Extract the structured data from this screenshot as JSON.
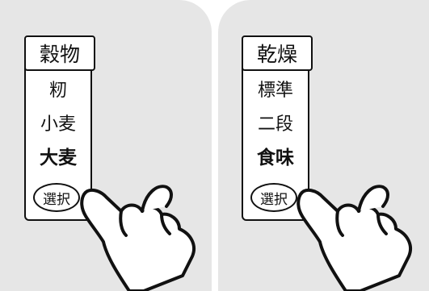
{
  "left_panel": {
    "title": "穀物",
    "options": [
      "籾",
      "小麦",
      "大麦"
    ],
    "selected": "大麦",
    "select_button": "選択"
  },
  "right_panel": {
    "title": "乾燥",
    "options": [
      "標準",
      "二段",
      "食味"
    ],
    "selected": "食味",
    "select_button": "選択"
  },
  "icons": [
    "pointing-hand-icon",
    "pointing-hand-icon"
  ],
  "colors": {
    "background": "#e6e6e6",
    "ink": "#111111"
  }
}
